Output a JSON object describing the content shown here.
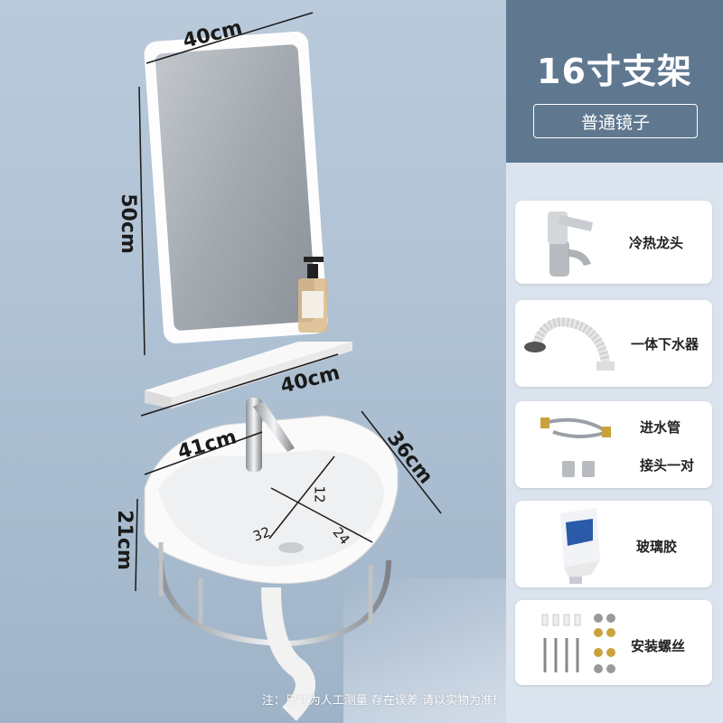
{
  "panel": {
    "title": "16寸支架",
    "subtitle": "普通镜子"
  },
  "accessories": [
    {
      "label": "冷热龙头",
      "icon": "faucet-icon"
    },
    {
      "label": "一体下水器",
      "icon": "drain-hose-icon"
    },
    {
      "label": "进水管",
      "label2": "接头一对",
      "icon": "inlet-hose-icon"
    },
    {
      "label": "玻璃胶",
      "icon": "glue-tube-icon"
    },
    {
      "label": "安装螺丝",
      "icon": "screws-icon"
    }
  ],
  "dimensions": {
    "mirror_width": "40cm",
    "mirror_height": "50cm",
    "shelf_width": "40cm",
    "basin_width": "41cm",
    "basin_depth": "36cm",
    "basin_height": "21cm",
    "bowl_a": "12",
    "bowl_b": "32",
    "bowl_c": "24"
  },
  "note": "注：尺寸为人工测量 存在误差 请以实物为准!",
  "colors": {
    "wall": "#aebfd1",
    "panel_header": "#5f7890",
    "panel_body": "#dbe4ee",
    "card": "#ffffff"
  }
}
